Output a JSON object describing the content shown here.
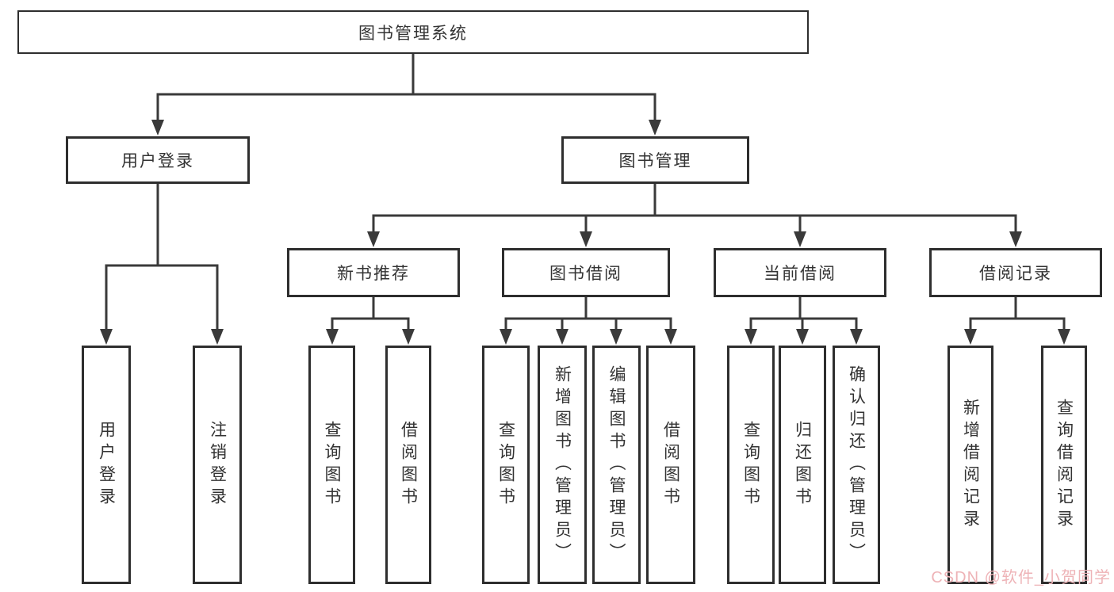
{
  "nodes": {
    "root": "图书管理系统",
    "level2": {
      "user_login": "用户登录",
      "book_mgmt": "图书管理"
    },
    "level3": {
      "new_books": "新书推荐",
      "book_borrow": "图书借阅",
      "current_borrow": "当前借阅",
      "borrow_records": "借阅记录"
    },
    "leaves": {
      "user_login": [
        "用户登录",
        "注销登录"
      ],
      "new_books": [
        "查询图书",
        "借阅图书"
      ],
      "book_borrow": [
        "查询图书",
        "新增图书（管理员）",
        "编辑图书（管理员）",
        "借阅图书"
      ],
      "current_borrow": [
        "查询图书",
        "归还图书",
        "确认归还（管理员）"
      ],
      "borrow_records": [
        "新增借阅记录",
        "查询借阅记录"
      ]
    }
  },
  "watermark": "CSDN @软件_小贺同学",
  "colors": {
    "line": "#3a3a3a",
    "border": "#2e2e2e",
    "text": "#333333",
    "watermark": "#eeb3b7",
    "background": "#ffffff"
  }
}
